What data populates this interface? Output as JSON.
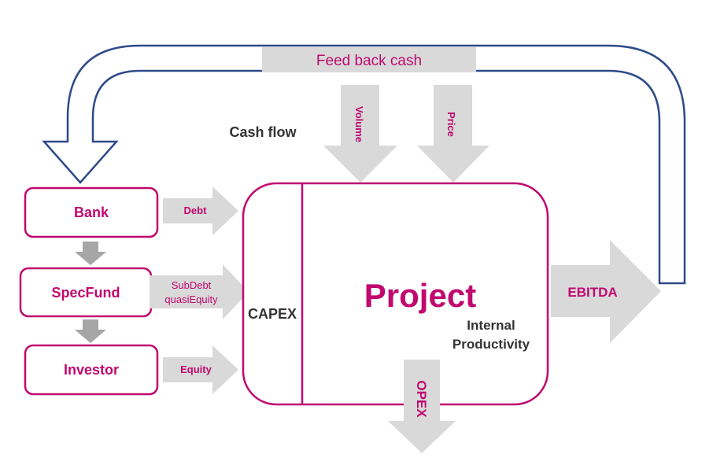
{
  "top_bar": {
    "label": "Feed back cash"
  },
  "inputs": {
    "volume": "Volume",
    "price": "Price"
  },
  "cash_flow_label": "Cash flow",
  "sources": {
    "bank": "Bank",
    "specfund": "SpecFund",
    "investor": "Investor"
  },
  "financing": {
    "debt": "Debt",
    "subdebt_line1": "SubDebt",
    "subdebt_line2": "quasiEquity",
    "equity": "Equity"
  },
  "project": {
    "title": "Project",
    "capex": "CAPEX",
    "internal_line1": "Internal",
    "internal_line2": "Productivity"
  },
  "outputs": {
    "ebitda": "EBITDA",
    "opex": "OPEX"
  },
  "colors": {
    "accent_magenta": "#c0086f",
    "arrow_gray": "#d9d9d9",
    "loop_navy": "#2e4a8a",
    "text_dark": "#333333"
  }
}
